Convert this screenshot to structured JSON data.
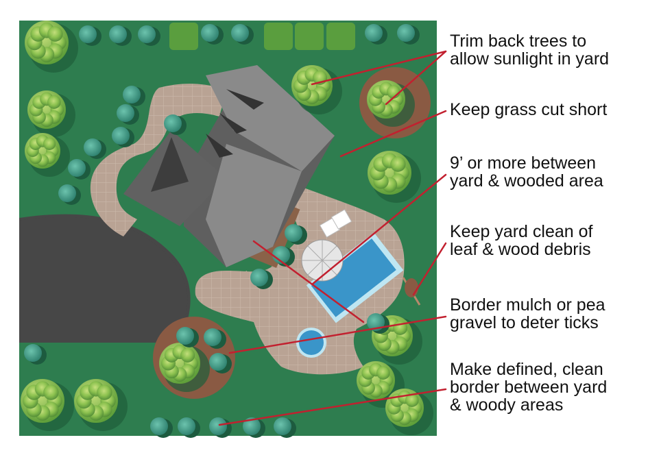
{
  "callouts": [
    {
      "lines": [
        "Trim back trees to",
        "allow sunlight in yard"
      ]
    },
    {
      "lines": [
        "Keep grass cut short"
      ]
    },
    {
      "lines": [
        "9’ or more between",
        "yard & wooded area"
      ]
    },
    {
      "lines": [
        "Keep yard clean of",
        "leaf & wood debris"
      ]
    },
    {
      "lines": [
        "Border mulch or pea",
        "gravel to deter ticks"
      ]
    },
    {
      "lines": [
        "Make defined, clean",
        "border between yard",
        "& woody areas"
      ]
    }
  ],
  "colors": {
    "lawn": "#2e7d4f",
    "patio": "#b9a394",
    "driveway": "#474747",
    "roof_dark": "#5f5f5f",
    "roof_light": "#8a8a8a",
    "pool": "#3a95c9",
    "mulch": "#8a5a43",
    "callout_line": "#c2202f",
    "shrub": "#4a9e8d",
    "tree": "#7fba4a"
  },
  "icons": [
    "tree-icon",
    "shrub-icon",
    "hedge-icon",
    "umbrella-icon",
    "lounge-chair-icon",
    "rake-icon"
  ]
}
